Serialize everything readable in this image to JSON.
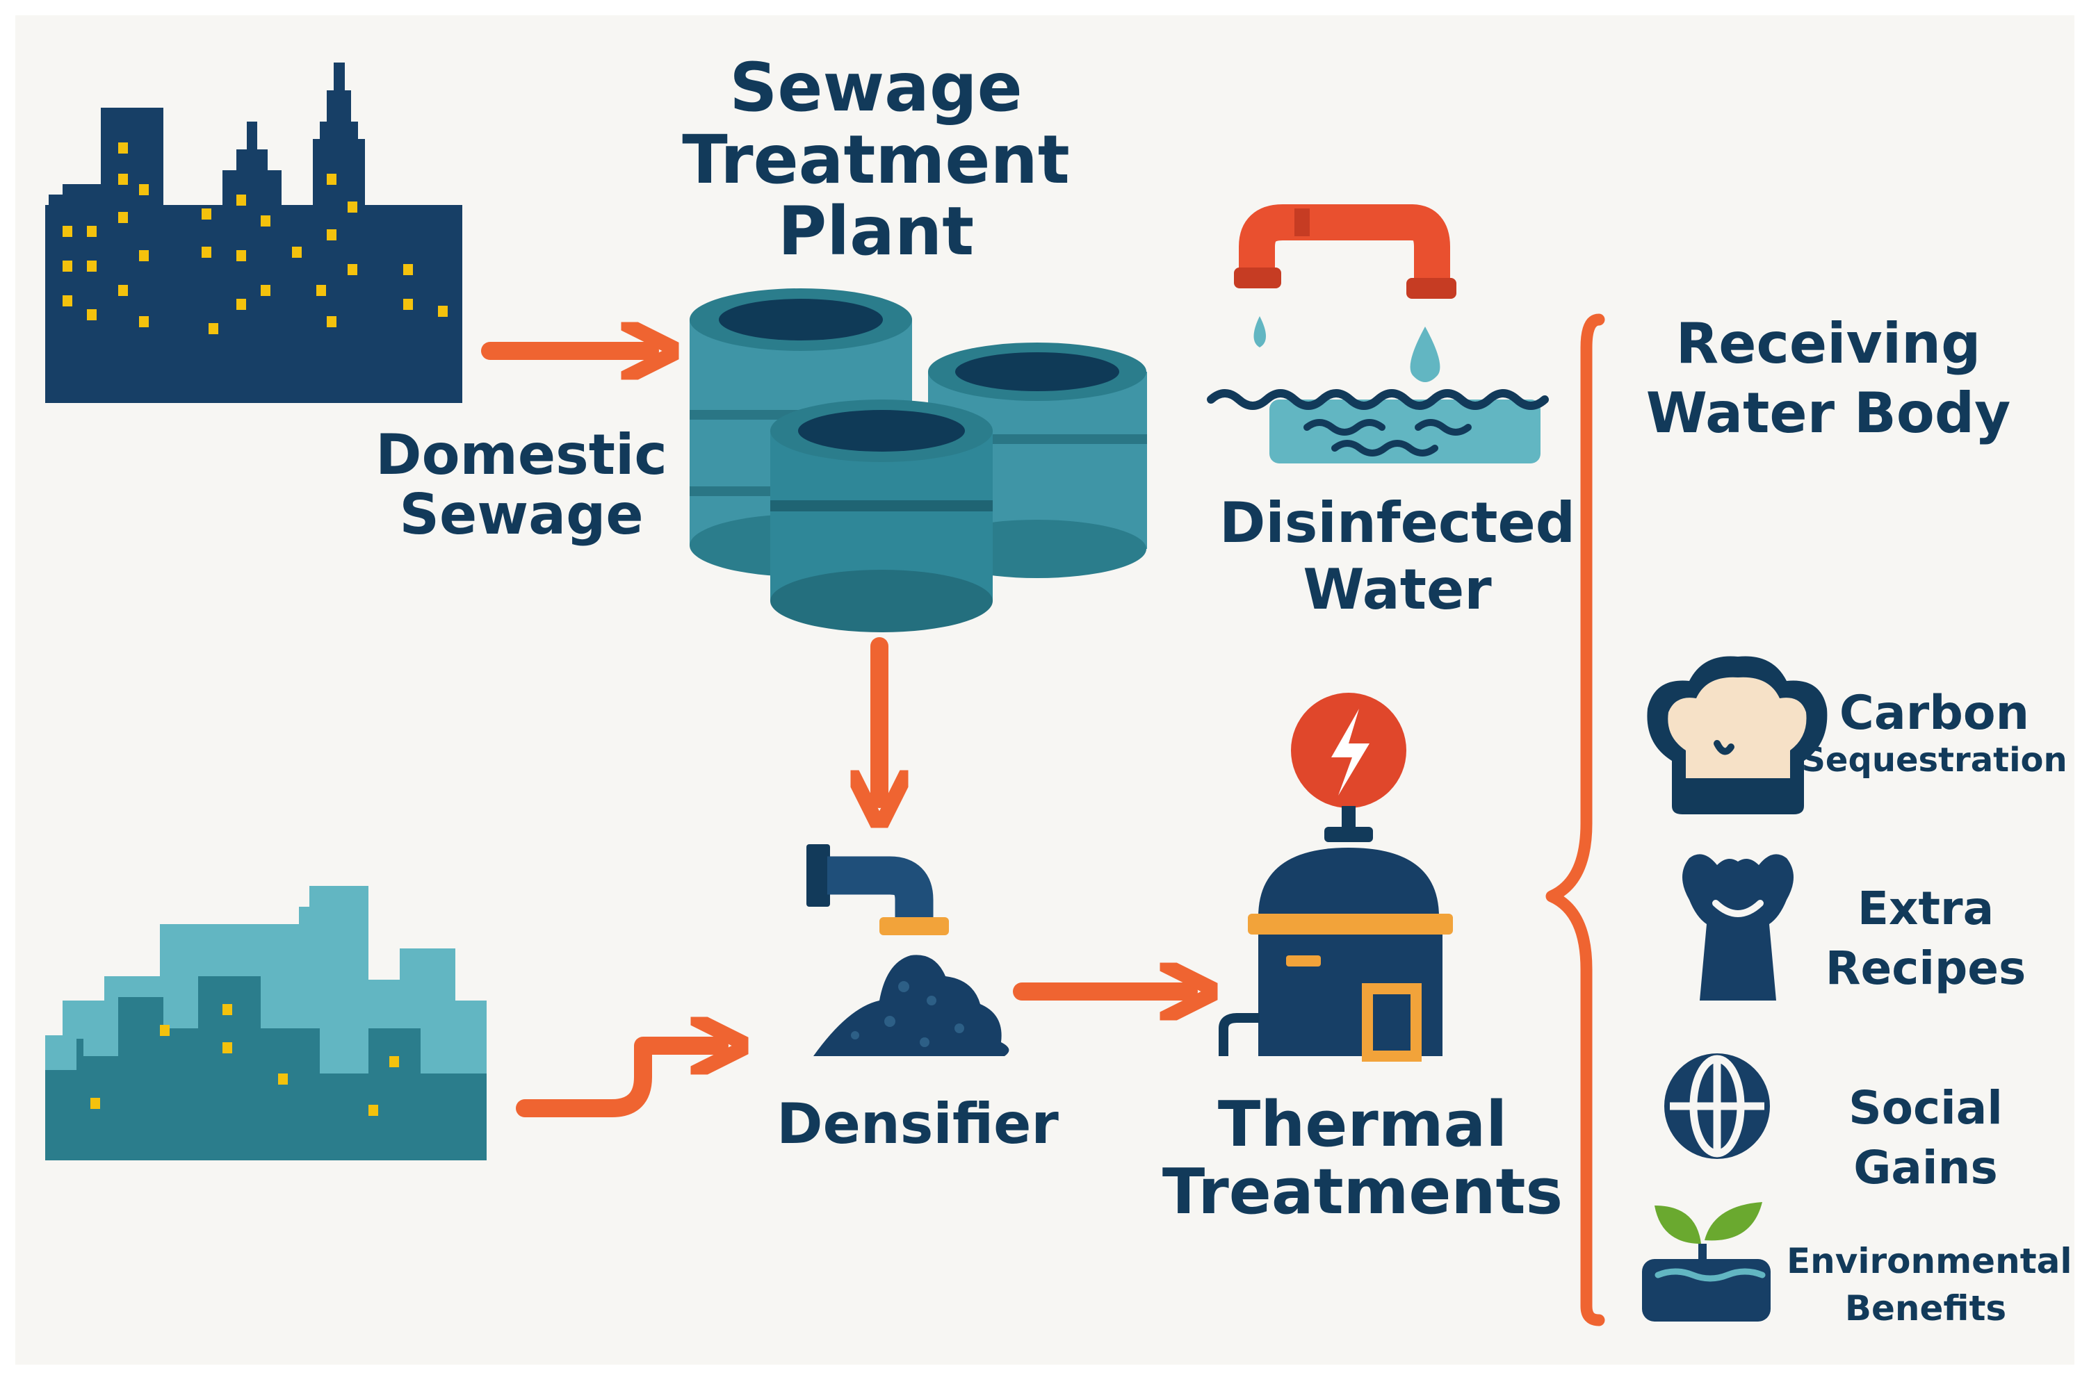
{
  "diagram": {
    "title": [
      "Sewage",
      "Treatment",
      "Plant"
    ],
    "domestic_sewage": [
      "Domestic",
      "Sewage"
    ],
    "disinfected_water": [
      "Disinfected",
      "Water"
    ],
    "receiving_water_body": [
      "Receiving",
      "Water Body"
    ],
    "densifier": "Densifier",
    "thermal_treatments": [
      "Thermal",
      "Treatments"
    ],
    "benefits": [
      {
        "line1": "Carbon",
        "line2": "Sequestration",
        "icon": "chef-hat-icon"
      },
      {
        "line1": "Extra",
        "line2": "Recipes",
        "icon": "dish-icon"
      },
      {
        "line1": "Social",
        "line2": "Gains",
        "icon": "globe-icon"
      },
      {
        "line1": "Environmental",
        "line2": "Benefits",
        "icon": "sprout-icon"
      }
    ]
  },
  "colors": {
    "background": "#f7f6f3",
    "navy": "#123a5a",
    "teal": "#2b7d8c",
    "light_teal": "#62b6c2",
    "orange": "#ef6431",
    "yellow": "#f4c20d",
    "amber": "#f2a33a",
    "red": "#e0472b",
    "green": "#6aa92f"
  }
}
